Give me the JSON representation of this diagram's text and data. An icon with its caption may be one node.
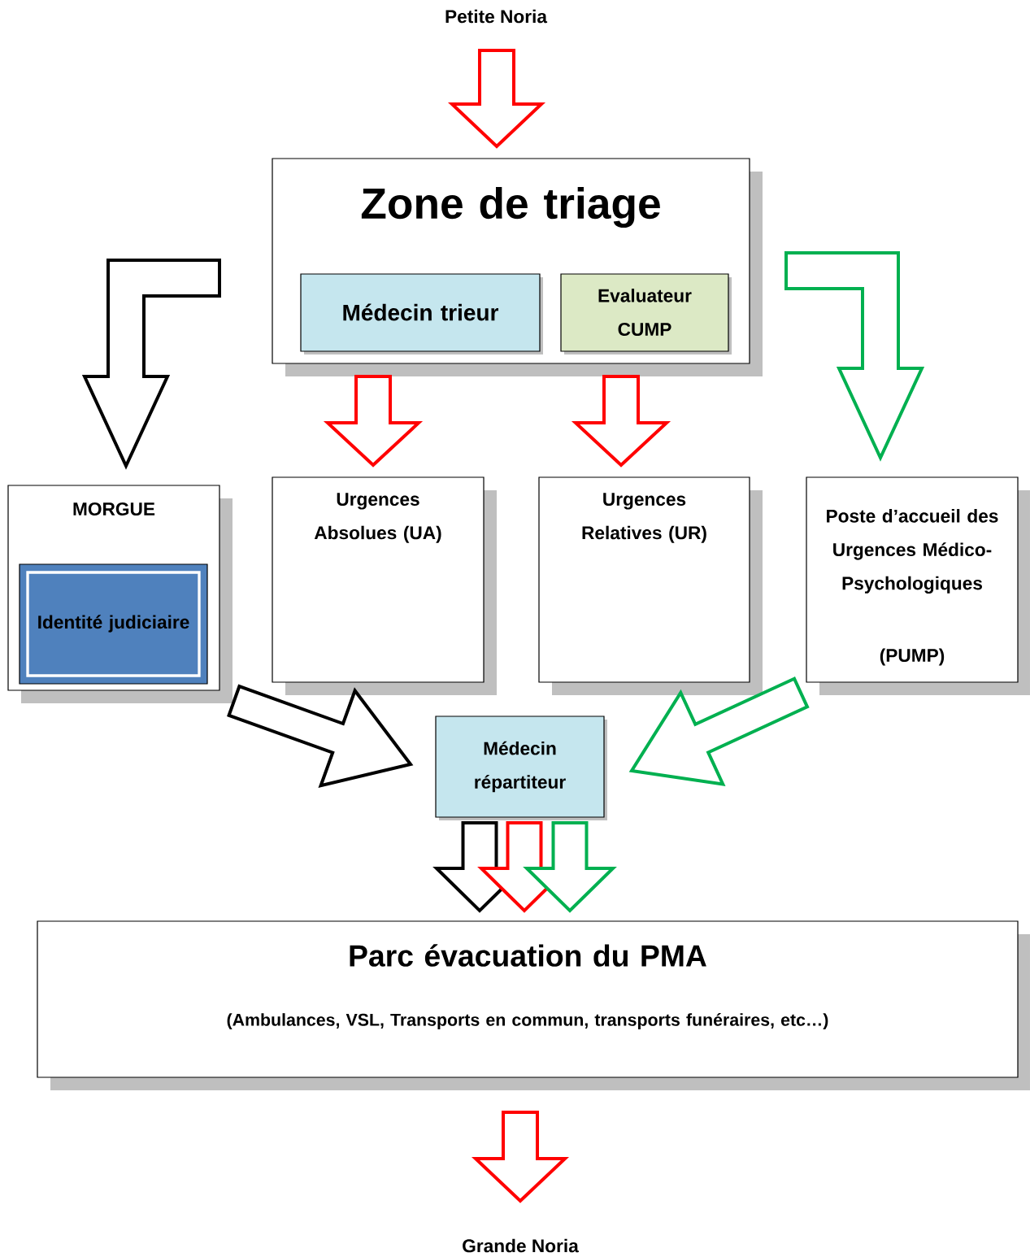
{
  "diagram": {
    "nodes": [
      {
        "text": [
          "Petite Noria"
        ]
      },
      {
        "text": [
          "Zone de triage"
        ]
      },
      {
        "text": [
          "Médecin trieur"
        ],
        "in": 1
      },
      {
        "text": [
          "Evaluateur CUMP"
        ],
        "in": 1
      },
      {
        "text": [
          "MORGUE"
        ]
      },
      {
        "text": [
          "Identité judiciaire"
        ],
        "in": 4
      },
      {
        "text": [
          "Urgences Absolues (UA)"
        ]
      },
      {
        "text": [
          "Urgences Relatives (UR)"
        ]
      },
      {
        "text": [
          "Poste d’accueil des Urgences Médico-Psychologiques",
          "(PUMP)"
        ]
      },
      {
        "text": [
          "Médecin répartiteur"
        ]
      },
      {
        "text": [
          "Parc évacuation du PMA",
          "(Ambulances, VSL, Transports en commun, transports funéraires, etc…)"
        ]
      },
      {
        "text": [
          "Grande Noria"
        ]
      }
    ],
    "edges": [
      {
        "from": 0,
        "to": 1,
        "arrow": "to"
      },
      {
        "from": 1,
        "to": 4,
        "arrow": "to",
        "color": "#000000"
      },
      {
        "from": 1,
        "to": 6,
        "arrow": "to"
      },
      {
        "from": 1,
        "to": 7,
        "arrow": "to"
      },
      {
        "from": 1,
        "to": 8,
        "arrow": "to",
        "color": "#00b050"
      },
      {
        "from": 4,
        "to": 9,
        "arrow": "to",
        "color": "#000000"
      },
      {
        "from": 8,
        "to": 9,
        "arrow": "to",
        "color": "#00b050"
      },
      {
        "from": 9,
        "to": 10,
        "arrow": "to",
        "color": "#000000"
      },
      {
        "from": 9,
        "to": 10,
        "arrow": "to"
      },
      {
        "from": 9,
        "to": 10,
        "arrow": "to",
        "color": "#00b050"
      },
      {
        "from": 10,
        "to": 11,
        "arrow": "to"
      }
    ]
  }
}
